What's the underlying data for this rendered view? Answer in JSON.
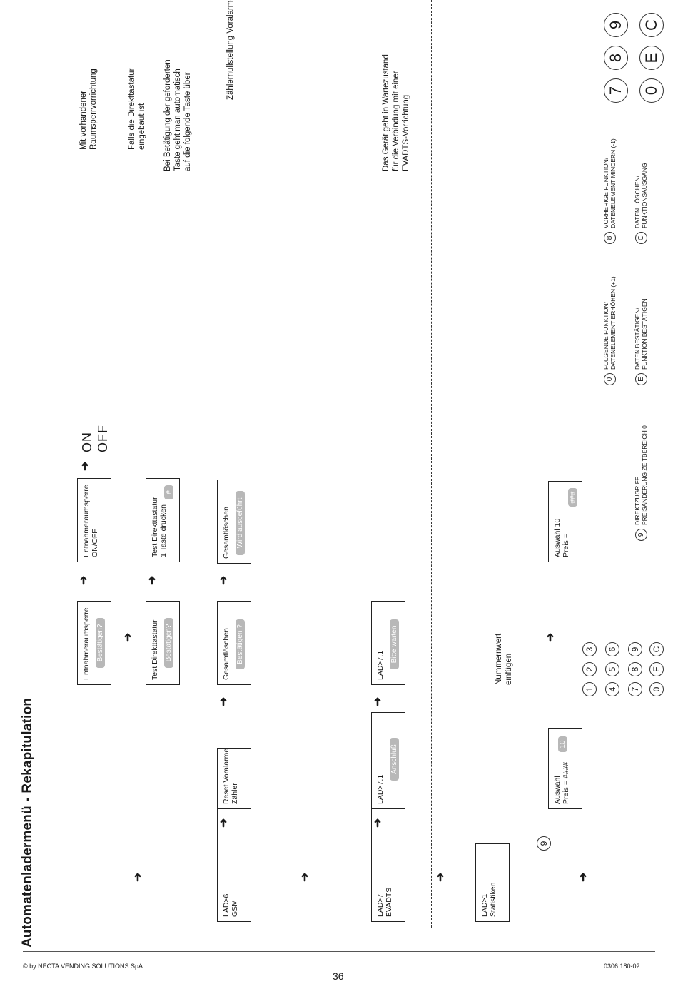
{
  "title": "Automatenladermenü - Rekapitulation",
  "footer": {
    "copyright": "© by NECTA VENDING SOLUTIONS SpA",
    "doc_code": "0306 180-02",
    "page_number": "36"
  },
  "boxes": {
    "lad6": [
      "LAD>6",
      "GSM"
    ],
    "reset": [
      "Reset Voralarme",
      "Zähler"
    ],
    "gesamt1": [
      "Gesamtlöschen"
    ],
    "gesamt2": [
      "Gesamtlöschen"
    ],
    "entnahme1": [
      "Entnahmeraumsperre"
    ],
    "entnahme2": [
      "Entnahmeraumsperre",
      "ON/OFF"
    ],
    "test1": [
      "Test Direkttastatur"
    ],
    "test2": [
      "Test Direkttastatur",
      "1 Taste drücken"
    ],
    "lad7": [
      "LAD>7",
      "EVADTS"
    ],
    "lad71a": [
      "LAD>7.1"
    ],
    "lad71b": [
      "LAD>7.1"
    ],
    "lad1": [
      "LAD>1",
      "Statistiken"
    ],
    "auswahl1": [
      "Auswahl",
      "Preis = ####"
    ],
    "auswahl2": [
      "Auswahl 10",
      "Preis  ="
    ]
  },
  "bursts": {
    "bestaetigen1": "Bestätigen?",
    "bestaetigen2": "Bestätigen?",
    "bestaetigen3": "Bestätigen ?",
    "hash": "#",
    "wird": "Wird ausgeführt",
    "anschluss": "Anschluß",
    "bitte": "Bitte warten",
    "ten": "10",
    "pricehash": "###"
  },
  "notes": {
    "raumsperre": [
      "Mit vorhandener",
      "Raumsperrvorrichtung"
    ],
    "direkttastatur": [
      "Falls die Direkttastatur",
      "eingebaut ist"
    ],
    "betaetigung": [
      "Bei Betätigung der geforderten",
      "Taste geht man automatisch",
      "auf die folgende Taste über"
    ],
    "zaehler": [
      "Zählernullstellung Voralarme"
    ],
    "evadts": [
      "Das Gerät geht in Wartezustand",
      "für die Verbindung mit einer",
      "EVADTS-Vorrichtung"
    ],
    "nummernwert": [
      "Nummernwert",
      "einfügen"
    ]
  },
  "on_label": "ON",
  "off_label": "OFF",
  "keypad": {
    "row1": [
      "1",
      "2",
      "3"
    ],
    "row2": [
      "4",
      "5",
      "6"
    ],
    "row3": [
      "7",
      "8",
      "9"
    ],
    "row4": [
      "0",
      "E",
      "C"
    ]
  },
  "key9": "9",
  "legend": [
    {
      "key": "9",
      "line1": "DIREKTZUGRIFF",
      "line2": "PREISÄNDERUNG ZEITBEREICH 0"
    },
    {
      "key": "0",
      "line1": "FOLGENDE FUNKTION/",
      "line2": "DATENELEMENT ERHÖHEN (+1)"
    },
    {
      "key": "E",
      "line1": "DATEN BESTÄTIGEN/",
      "line2": "FUNKTION BESTÄTIGEN"
    },
    {
      "key": "8",
      "line1": "VORHERIGE FUNKTION/",
      "line2": "DATENELEMENT MINDERN (-1)"
    },
    {
      "key": "C",
      "line1": "DATEN LÖSCHEN/",
      "line2": "FUNKTIONSAUSGANG"
    }
  ],
  "bigkeys": {
    "top": [
      "7",
      "8",
      "9"
    ],
    "bottom": [
      "0",
      "E",
      "C"
    ]
  }
}
